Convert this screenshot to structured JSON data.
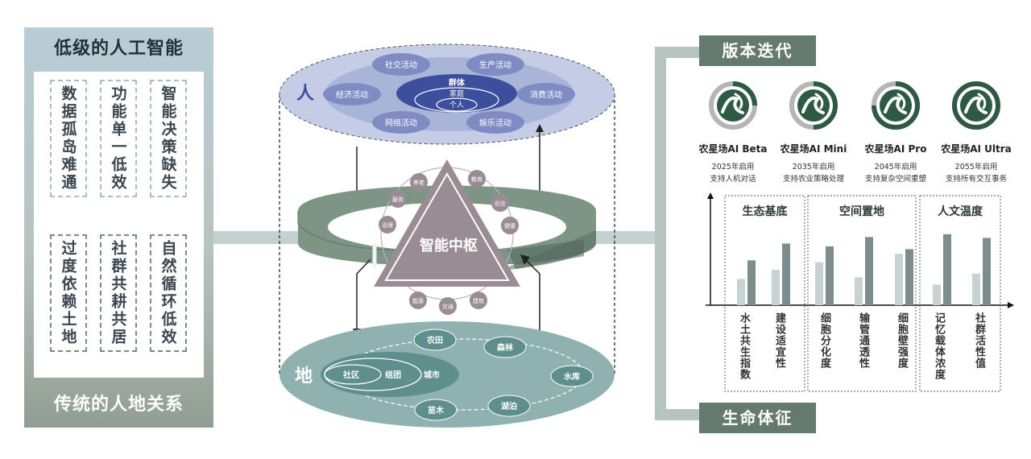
{
  "left_panel": {
    "top_title": "低级的人工智能",
    "bottom_title": "传统的人地关系",
    "top_items": [
      "数据孤岛难通",
      "功能单一低效",
      "智能决策缺失"
    ],
    "bottom_items": [
      "过度依赖土地",
      "社群共耕共居",
      "自然循环低效"
    ]
  },
  "center": {
    "people_label": "人",
    "land_label": "地",
    "hub_label": "智能中枢",
    "people_activities": [
      "社交活动",
      "生产活动",
      "经济活动",
      "消费活动",
      "网络活动",
      "娱乐活动"
    ],
    "people_rings": [
      "群体",
      "家庭",
      "个人"
    ],
    "hub_nodes": [
      "养老",
      "教育",
      "服务",
      "创业",
      "治理",
      "健康",
      "能源",
      "建筑",
      "交通"
    ],
    "land_rings": [
      "社区",
      "组团",
      "城市"
    ],
    "land_nodes": [
      "农田",
      "森林",
      "水库",
      "苗木",
      "湖泊"
    ]
  },
  "right_panel": {
    "top_tag": "版本迭代",
    "bottom_tag": "生命体征",
    "versions": [
      {
        "name": "农星场AI Beta",
        "year": "2025年启用",
        "desc": "支持人机对话",
        "progress": 0.25
      },
      {
        "name": "农星场AI Mini",
        "year": "2035年启用",
        "desc": "支持农业策略处理",
        "progress": 0.5
      },
      {
        "name": "农星场AI Pro",
        "year": "2045年启用",
        "desc": "支持复杂空间重塑",
        "progress": 0.75
      },
      {
        "name": "农星场AI Ultra",
        "year": "2055年启用",
        "desc": "支持所有交互事务",
        "progress": 1.0
      }
    ],
    "categories": [
      "生态基底",
      "空间置地",
      "人文温度"
    ],
    "indicators": [
      "水土共生指数",
      "建设适宜性",
      "细胞分化度",
      "输管通透性",
      "细胞壁强度",
      "记忆载体浓度",
      "社群活性值"
    ],
    "colors": {
      "accent": "#647a6f",
      "version_dark": "#2e5a43",
      "version_light": "#b5b5b5"
    }
  },
  "chart_data": {
    "type": "bar",
    "categories": [
      "水土共生指数",
      "建设适宜性",
      "细胞分化度",
      "输管通透性",
      "细胞壁强度",
      "记忆载体浓度",
      "社群活性值"
    ],
    "series": [
      {
        "values": [
          0.28,
          0.38,
          0.46,
          0.3,
          0.55,
          0.22,
          0.34
        ]
      },
      {
        "values": [
          0.48,
          0.66,
          0.63,
          0.73,
          0.6,
          0.76,
          0.72
        ]
      }
    ],
    "groups": [
      {
        "label": "生态基底",
        "categories": [
          "水土共生指数",
          "建设适宜性"
        ]
      },
      {
        "label": "空间置地",
        "categories": [
          "细胞分化度",
          "输管通透性",
          "细胞壁强度"
        ]
      },
      {
        "label": "人文温度",
        "categories": [
          "记忆载体浓度",
          "社群活性值"
        ]
      }
    ],
    "ylim": [
      0,
      1
    ],
    "colors": [
      "#c8d2d2",
      "#7d8c8c"
    ],
    "grid": false
  }
}
